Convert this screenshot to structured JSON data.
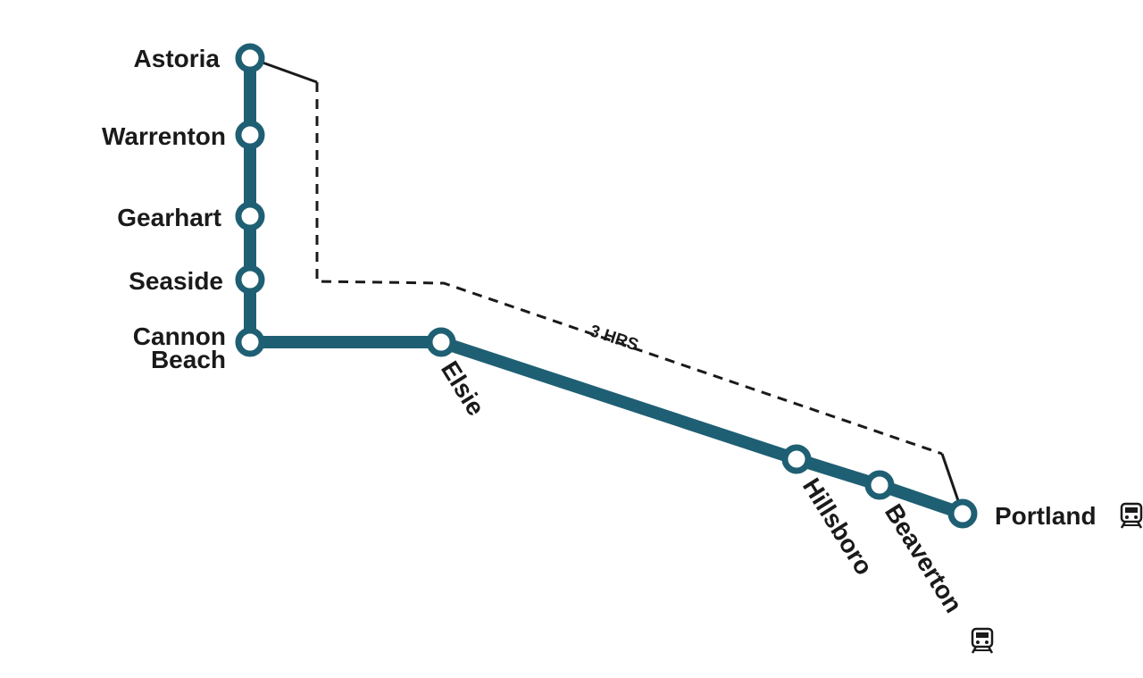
{
  "colors": {
    "route": "#1f5f73",
    "station_fill": "#ffffff",
    "connector": "#1a1a1a",
    "text": "#1a1a1a"
  },
  "stations": [
    {
      "id": "astoria",
      "label": "Astoria"
    },
    {
      "id": "warrenton",
      "label": "Warrenton"
    },
    {
      "id": "gearhart",
      "label": "Gearhart"
    },
    {
      "id": "seaside",
      "label": "Seaside"
    },
    {
      "id": "cannon-beach",
      "label_line1": "Cannon",
      "label_line2": "Beach"
    },
    {
      "id": "elsie",
      "label": "Elsie"
    },
    {
      "id": "hillsboro",
      "label": "Hillsboro"
    },
    {
      "id": "beaverton",
      "label": "Beaverton",
      "icon": "train-icon"
    },
    {
      "id": "portland",
      "label": "Portland",
      "icon": "train-icon"
    }
  ],
  "connector": {
    "from": "Astoria",
    "to": "Portland",
    "duration_label": "3 HRS",
    "style": "dashed"
  }
}
